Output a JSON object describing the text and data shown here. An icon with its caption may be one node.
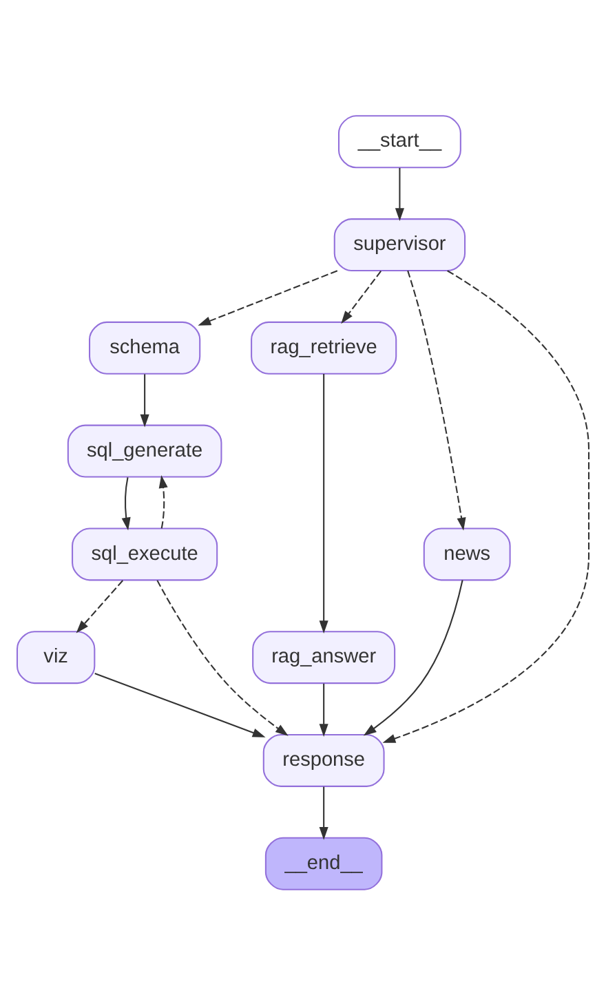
{
  "diagram": {
    "nodes": [
      {
        "text": [
          "__start__"
        ]
      },
      {
        "text": [
          "supervisor"
        ]
      },
      {
        "text": [
          "schema"
        ]
      },
      {
        "text": [
          "sql_generate"
        ]
      },
      {
        "text": [
          "rag_retrieve"
        ]
      },
      {
        "text": [
          "sql_execute"
        ]
      },
      {
        "text": [
          "news"
        ]
      },
      {
        "text": [
          "rag_answer"
        ]
      },
      {
        "text": [
          "viz"
        ]
      },
      {
        "text": [
          "response"
        ]
      },
      {
        "text": [
          "__end__"
        ]
      }
    ],
    "edges": [
      {
        "from": 0,
        "to": 1,
        "arrow": "to"
      },
      {
        "from": 1,
        "to": 6,
        "arrow": "to",
        "style": "dashed"
      },
      {
        "from": 1,
        "to": 4,
        "arrow": "to",
        "style": "dashed"
      },
      {
        "from": 1,
        "to": 9,
        "arrow": "to",
        "style": "dashed"
      },
      {
        "from": 1,
        "to": 2,
        "arrow": "to",
        "style": "dashed"
      },
      {
        "from": 2,
        "to": 3,
        "arrow": "to"
      },
      {
        "from": 3,
        "to": 5,
        "arrow": "to"
      },
      {
        "from": 5,
        "to": 3,
        "arrow": "to",
        "style": "dashed"
      },
      {
        "from": 5,
        "to": 9,
        "arrow": "to",
        "style": "dashed"
      },
      {
        "from": 5,
        "to": 8,
        "arrow": "to",
        "style": "dashed"
      },
      {
        "from": 4,
        "to": 7,
        "arrow": "to"
      },
      {
        "from": 6,
        "to": 9,
        "arrow": "to"
      },
      {
        "from": 7,
        "to": 9,
        "arrow": "to"
      },
      {
        "from": 8,
        "to": 9,
        "arrow": "to"
      },
      {
        "from": 9,
        "to": 10,
        "arrow": "to"
      }
    ]
  }
}
